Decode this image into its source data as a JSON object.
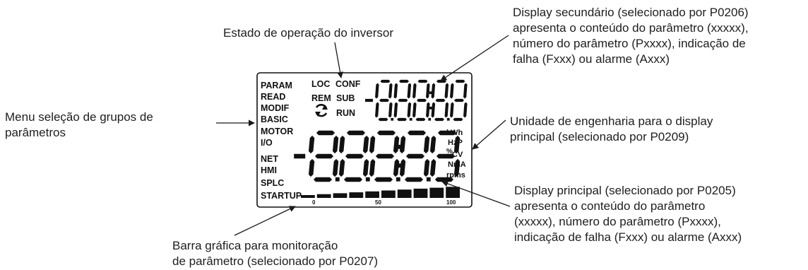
{
  "callouts": {
    "operation_state": "Estado de operação do inversor",
    "secondary_display": [
      "Display secundário (selecionado por P0206)",
      "apresenta o conteúdo do parâmetro (xxxxx),",
      "número do parâmetro (Pxxxx), indicação de",
      "falha (Fxxx) ou alarme (Axxx)"
    ],
    "menu_select": [
      "Menu seleção de grupos de",
      "parâmetros"
    ],
    "engineering_unit": [
      "Unidade de engenharia para o display",
      "principal (selecionado por P0209)"
    ],
    "main_display": [
      "Display principal (selecionado por P0205)",
      "apresenta o conteúdo do parâmetro",
      "(xxxxx), número do parâmetro (Pxxxx),",
      "indicação de falha (Fxxx) ou alarme (Axxx)"
    ],
    "bar_graph": [
      "Barra gráfica para monitoração",
      "de parâmetro (selecionado por P0207)"
    ]
  },
  "lcd": {
    "menu_items": [
      "PARAM",
      "READ",
      "MODIF",
      "BASIC",
      "MOTOR",
      "I/O",
      "NET",
      "HMI",
      "SPLC",
      "STARTUP"
    ],
    "state_labels": [
      "LOC",
      "CONF",
      "REM",
      "SUB",
      "RUN"
    ],
    "units": [
      "kWh",
      "HzP",
      "%",
      "CV",
      "NmA",
      "rpms"
    ],
    "bar_scale": [
      "0",
      "50",
      "100"
    ],
    "bar_level": 1.0
  }
}
